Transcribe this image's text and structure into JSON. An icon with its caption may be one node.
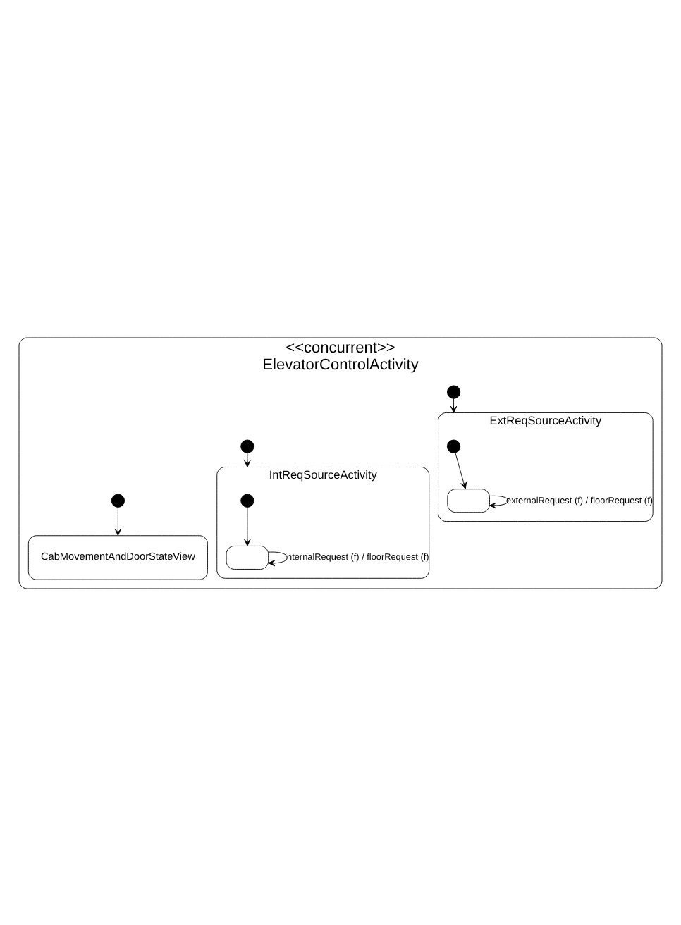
{
  "diagram": {
    "nodes": [
      {
        "text": [
          "<<concurrent>>",
          "ElevatorControlActivity"
        ]
      },
      {
        "text": [
          "ExtReqSourceActivity"
        ],
        "in": 0
      },
      {
        "text": [],
        "shape": "circle",
        "in": 0
      },
      {
        "text": [],
        "shape": "circle",
        "in": 1
      },
      {
        "text": [],
        "shape": "box",
        "in": 1
      },
      {
        "text": [
          "IntReqSourceActivity"
        ],
        "in": 0
      },
      {
        "text": [],
        "shape": "circle",
        "in": 0
      },
      {
        "text": [],
        "shape": "circle",
        "in": 5
      },
      {
        "text": [],
        "shape": "box",
        "in": 5
      },
      {
        "text": [
          "CabMovementAndDoorStateView"
        ],
        "in": 0
      },
      {
        "text": [],
        "shape": "circle",
        "in": 0
      }
    ],
    "edges": [
      {
        "from": 2,
        "to": 1,
        "arrow": "to"
      },
      {
        "from": 3,
        "to": 4,
        "arrow": "to"
      },
      {
        "from": 4,
        "to": 4,
        "arrow": "to",
        "label": "externalRequest (f) / floorRequest (f)"
      },
      {
        "from": 6,
        "to": 5,
        "arrow": "to"
      },
      {
        "from": 7,
        "to": 8,
        "arrow": "to"
      },
      {
        "from": 8,
        "to": 8,
        "arrow": "to",
        "label": "internalRequest (f) / floorRequest (f)"
      },
      {
        "from": 10,
        "to": 9,
        "arrow": "to"
      }
    ]
  }
}
